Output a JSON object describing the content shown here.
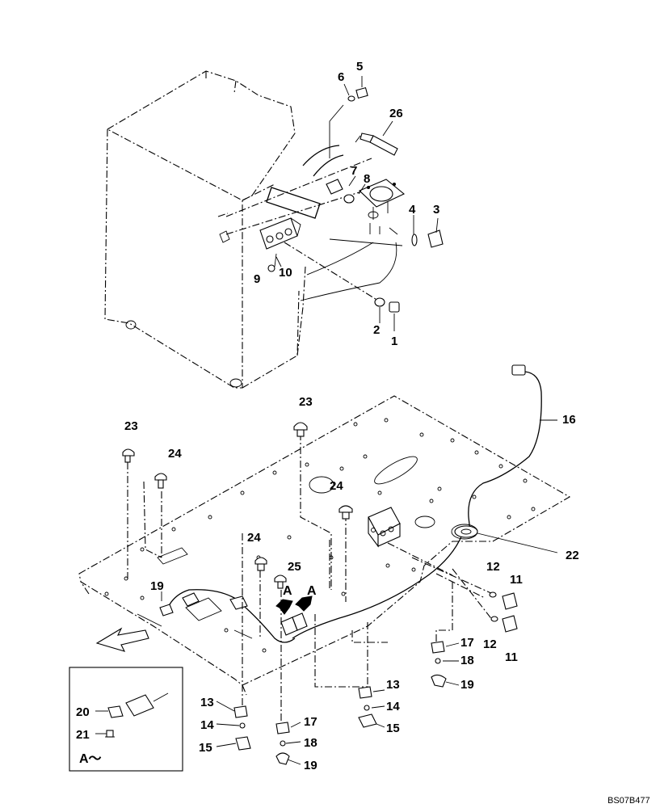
{
  "diagram": {
    "callouts": [
      {
        "id": "c1",
        "text": "1"
      },
      {
        "id": "c2",
        "text": "2"
      },
      {
        "id": "c3",
        "text": "3"
      },
      {
        "id": "c4",
        "text": "4"
      },
      {
        "id": "c5",
        "text": "5"
      },
      {
        "id": "c6",
        "text": "6"
      },
      {
        "id": "c7",
        "text": "7"
      },
      {
        "id": "c8",
        "text": "8"
      },
      {
        "id": "c9",
        "text": "9"
      },
      {
        "id": "c10",
        "text": "10"
      },
      {
        "id": "c11a",
        "text": "11"
      },
      {
        "id": "c11b",
        "text": "11"
      },
      {
        "id": "c12a",
        "text": "12"
      },
      {
        "id": "c12b",
        "text": "12"
      },
      {
        "id": "c13a",
        "text": "13"
      },
      {
        "id": "c13b",
        "text": "13"
      },
      {
        "id": "c14a",
        "text": "14"
      },
      {
        "id": "c14b",
        "text": "14"
      },
      {
        "id": "c15a",
        "text": "15"
      },
      {
        "id": "c15b",
        "text": "15"
      },
      {
        "id": "c16",
        "text": "16"
      },
      {
        "id": "c17a",
        "text": "17"
      },
      {
        "id": "c17b",
        "text": "17"
      },
      {
        "id": "c18a",
        "text": "18"
      },
      {
        "id": "c18b",
        "text": "18"
      },
      {
        "id": "c19a",
        "text": "19"
      },
      {
        "id": "c19b",
        "text": "19"
      },
      {
        "id": "c19c",
        "text": "19"
      },
      {
        "id": "c20",
        "text": "20"
      },
      {
        "id": "c21",
        "text": "21"
      },
      {
        "id": "c22",
        "text": "22"
      },
      {
        "id": "c23a",
        "text": "23"
      },
      {
        "id": "c23b",
        "text": "23"
      },
      {
        "id": "c24a",
        "text": "24"
      },
      {
        "id": "c24b",
        "text": "24"
      },
      {
        "id": "c24c",
        "text": "24"
      },
      {
        "id": "c25",
        "text": "25"
      },
      {
        "id": "c26",
        "text": "26"
      }
    ],
    "view_marker": "A",
    "view_marker_2": "A",
    "detail_label": "A～",
    "drawing_code": "BS07B477"
  }
}
